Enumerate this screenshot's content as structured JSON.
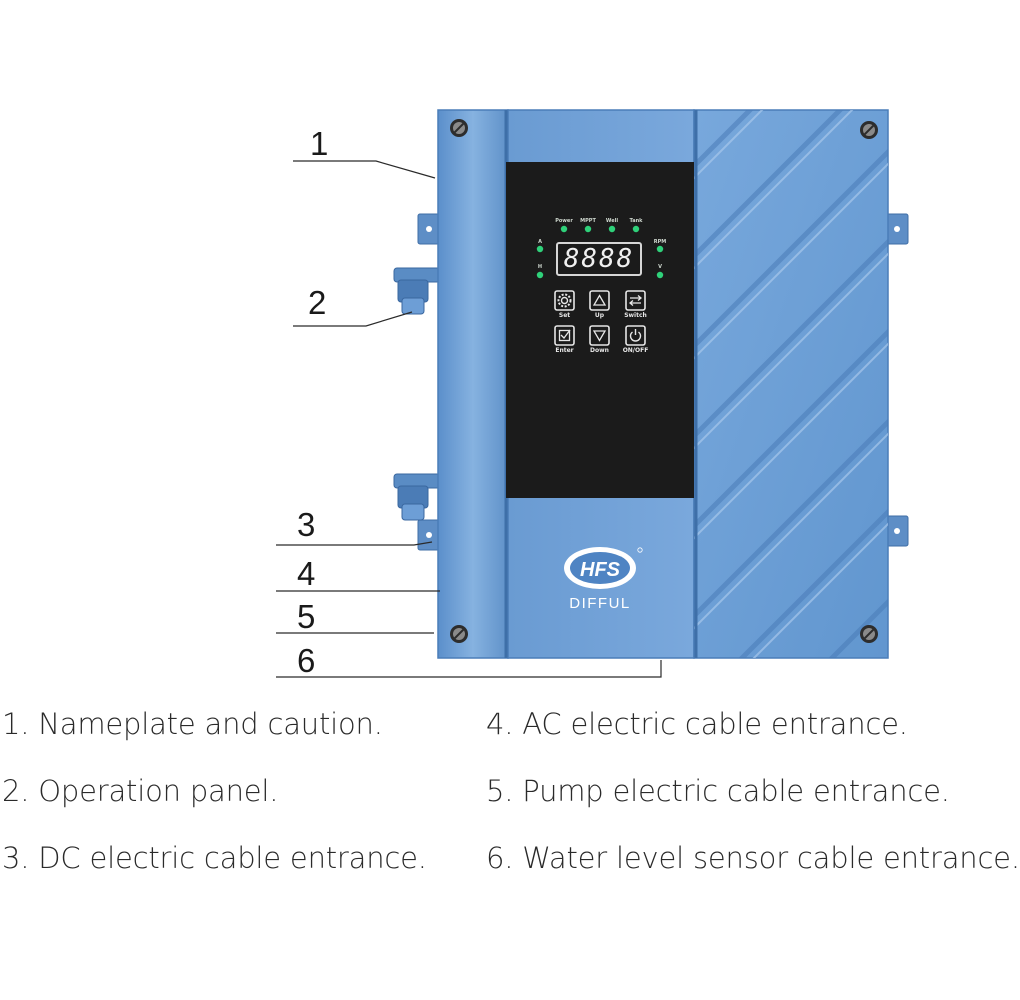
{
  "callouts": [
    "1",
    "2",
    "3",
    "4",
    "5",
    "6"
  ],
  "legend": [
    "1. Nameplate and caution.",
    "2. Operation panel.",
    "3. DC electric cable entrance.",
    "4. AC electric cable entrance.",
    "5. Pump electric cable entrance.",
    "6. Water level sensor cable entrance."
  ],
  "panel": {
    "display": "8888",
    "status_leds": [
      "Power",
      "MPPT",
      "Well",
      "Tank"
    ],
    "side_leds_left": [
      "A",
      "H"
    ],
    "side_leds_right": [
      "RPM",
      "V"
    ],
    "buttons": [
      {
        "label": "Set",
        "icon": "gear-icon"
      },
      {
        "label": "Up",
        "icon": "triangle-up-icon"
      },
      {
        "label": "Switch",
        "icon": "switch-arrows-icon"
      },
      {
        "label": "Enter",
        "icon": "checkmark-icon"
      },
      {
        "label": "Down",
        "icon": "triangle-down-icon"
      },
      {
        "label": "ON/OFF",
        "icon": "power-icon"
      }
    ]
  },
  "brand": {
    "name": "DIFFUL",
    "logo_text": "HFS",
    "colors": {
      "body": "#6f9fd4",
      "body_dark": "#4f82bd",
      "panel": "#1b1b1b",
      "led": "#2fd17a"
    }
  }
}
